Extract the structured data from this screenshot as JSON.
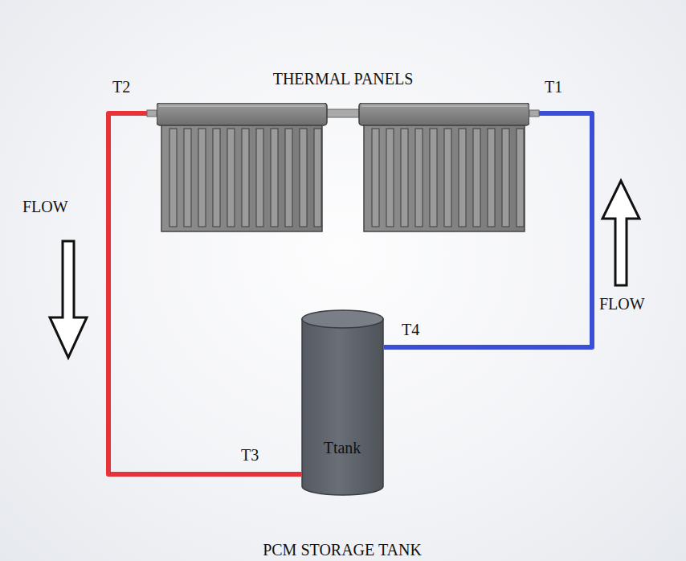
{
  "diagram": {
    "nodes": [
      {
        "text": [
          "THERMAL PANELS"
        ]
      },
      {
        "text": [
          "Ttank",
          "PCM STORAGE TANK"
        ]
      }
    ],
    "edges": [
      {
        "from": 0,
        "to": 1,
        "arrow": "none"
      },
      {
        "from": 1,
        "to": 0,
        "arrow": "none"
      }
    ],
    "labels": [
      "T2",
      "T1",
      "FLOW",
      "T4",
      "FLOW",
      "T3"
    ]
  }
}
